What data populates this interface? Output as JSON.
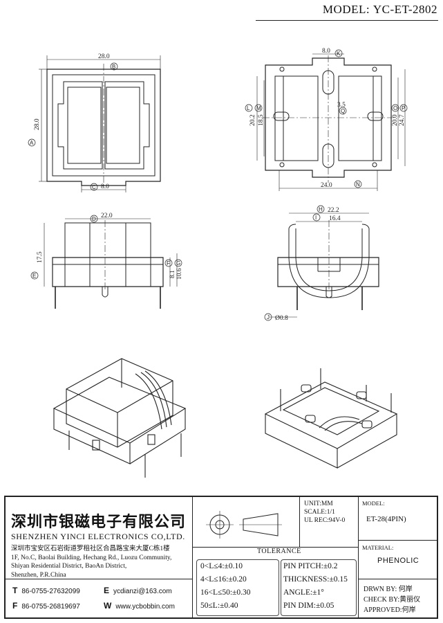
{
  "header": {
    "model_label": "MODEL:",
    "model_value": "YC-ET-2802"
  },
  "dims": {
    "top_left_width": "28.0",
    "top_left_height": "28.0",
    "top_left_slot": "8.0",
    "top_right_top": "8.0",
    "top_right_h1": "20.2",
    "top_right_h2": "18.5",
    "top_right_mid": "3.5",
    "top_right_r1": "20.0",
    "top_right_r2": "24.7",
    "top_right_bottom": "24.0",
    "front_width": "22.0",
    "front_height": "17.5",
    "front_h1": "8.1",
    "front_h2": "10.6",
    "side_outer": "22.2",
    "side_inner": "16.4",
    "pin_dia": "Ø0.8"
  },
  "callouts": {
    "A": "A",
    "B": "B",
    "C": "C",
    "D": "D",
    "E": "E",
    "F": "F",
    "G": "G",
    "H": "H",
    "I": "I",
    "J": "J",
    "K": "K",
    "L": "L",
    "M": "M",
    "N": "N",
    "O": "O",
    "P": "P",
    "Q": "Q"
  },
  "title_block": {
    "company_cn": "深圳市银磁电子有限公司",
    "company_en": "SHENZHEN YINCI ELECTRONICS CO,LTD.",
    "address_cn": "深圳市宝安区石岩街道罗租社区合昌路宝来大厦C栋1楼",
    "address_en1": "1F, No.C, Baolai Building, Hechang Rd., Luozu Community,",
    "address_en2": "Shiyan Residential District, BaoAn District,",
    "address_en3": "Shenzhen, P.R.China",
    "tel_label": "T",
    "tel": "86-0755-27632099",
    "fax_label": "F",
    "fax": "86-0755-26819697",
    "email_label": "E",
    "email": "ycdianzi@163.com",
    "web_label": "W",
    "web": "www.ycbobbin.com",
    "unit": "UNIT:MM",
    "scale": "SCALE:1/1",
    "ul_rec": "UL REC:94V-0",
    "model_label": "MODEL:",
    "model_value": "ET-28(4PIN)",
    "material_label": "MATERIAL:",
    "material_value": "PHENOLIC",
    "tolerance_title": "TOLERANCE",
    "tol_left": [
      "0<L≤4:±0.10",
      "4<L≤16:±0.20",
      "16<L≤50:±0.30",
      "50≤L:±0.40"
    ],
    "tol_right": [
      "PIN PITCH:±0.2",
      "THICKNESS:±0.15",
      "ANGLE:±1°",
      "PIN DIM:±0.05"
    ],
    "drawn_by": "DRWN BY: 何岸",
    "check_by": "CHECK BY:黄丽仪",
    "approved": "APPROVED:何岸"
  }
}
